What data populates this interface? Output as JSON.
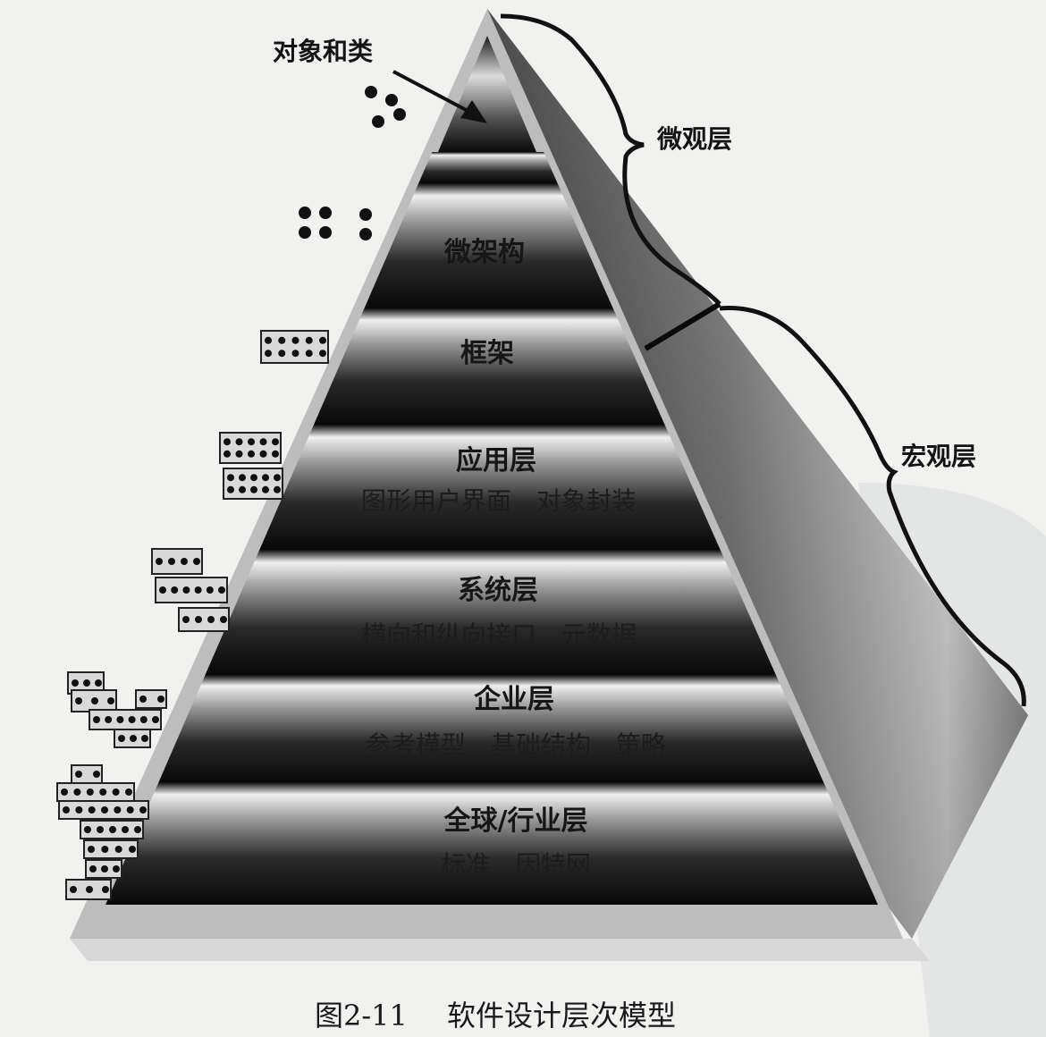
{
  "annotations": {
    "objects_and_classes": "对象和类",
    "micro_level": "微观层",
    "macro_level": "宏观层"
  },
  "layers": [
    {
      "title": "微架构",
      "subtitle": ""
    },
    {
      "title": "框架",
      "subtitle": ""
    },
    {
      "title": "应用层",
      "subtitle": "图形用户界面　对象封装"
    },
    {
      "title": "系统层",
      "subtitle": "横向和纵向接口　元数据"
    },
    {
      "title": "企业层",
      "subtitle": "参考模型　基础结构　策略"
    },
    {
      "title": "全球/行业层",
      "subtitle": "标准　因特网"
    }
  ],
  "caption": {
    "figure_number": "图2-11",
    "title": "软件设计层次模型"
  },
  "colors": {
    "band_dark": "#0b0b0b",
    "band_light": "#f2f2f2",
    "side_face": "#3a3a3a",
    "background": "#f1f1ef"
  }
}
